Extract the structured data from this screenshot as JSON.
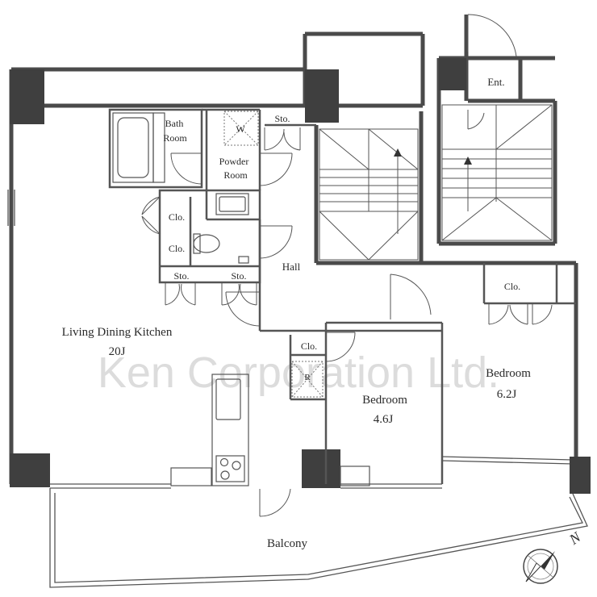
{
  "rooms": {
    "ldk_name": "Living Dining Kitchen",
    "ldk_size": "20J",
    "bath": [
      "Bath",
      "Room"
    ],
    "powder": [
      "Powder",
      "Room"
    ],
    "washer": "W",
    "sto": "Sto.",
    "clo": "Clo.",
    "hall": "Hall",
    "refrigerator": "R",
    "bedroom": "Bedroom",
    "bedroom1_size": "4.6J",
    "bedroom2_size": "6.2J",
    "balcony": "Balcony",
    "entrance": "Ent."
  },
  "watermark": "Ken Corporation Ltd.",
  "compass": {
    "north_label": "N"
  },
  "colors": {
    "wall": "#4a4a4a",
    "column": "#3f3f3f",
    "line": "#555555",
    "watermark": "#dadada"
  }
}
